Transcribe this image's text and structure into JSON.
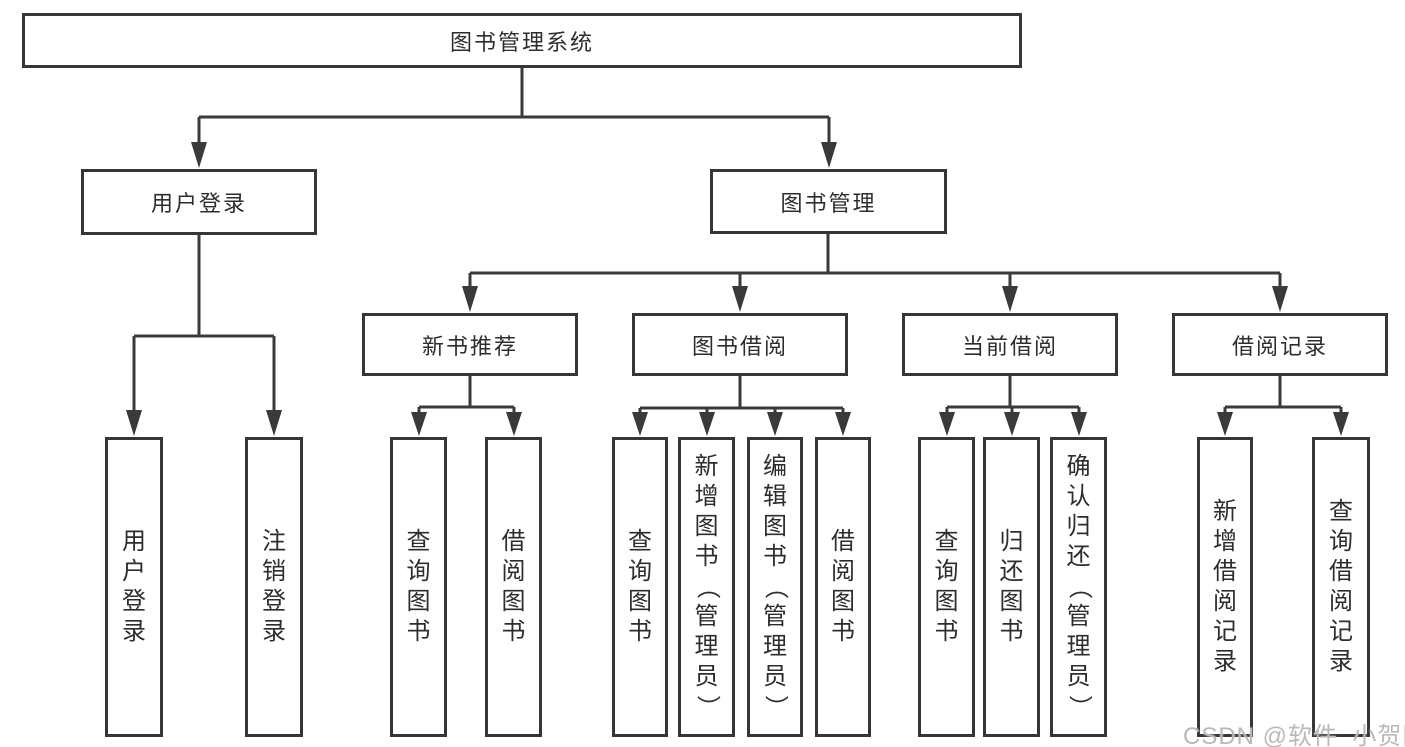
{
  "diagram": {
    "root": {
      "label": "图书管理系统"
    },
    "branches": [
      {
        "id": "user-login",
        "label": "用户登录",
        "leaves": [
          "用户登录",
          "注销登录"
        ]
      },
      {
        "id": "book-management",
        "label": "图书管理",
        "children": [
          {
            "label": "新书推荐",
            "leaves": [
              "查询图书",
              "借阅图书"
            ]
          },
          {
            "label": "图书借阅",
            "leaves": [
              "查询图书",
              "新增图书（管理员）",
              "编辑图书（管理员）",
              "借阅图书"
            ]
          },
          {
            "label": "当前借阅",
            "leaves": [
              "查询图书",
              "归还图书",
              "确认归还（管理员）"
            ]
          },
          {
            "label": "借阅记录",
            "leaves": [
              "新增借阅记录",
              "查询借阅记录"
            ]
          }
        ]
      }
    ]
  },
  "watermark": {
    "text": "CSDN @软件_小贺同学"
  },
  "colors": {
    "line": "#3a3a3a",
    "box_border": "#363636",
    "box_fill": "#ffffff",
    "text": "#2d2d2d",
    "background": "#ffffff",
    "watermark": "#b9b9b9"
  }
}
